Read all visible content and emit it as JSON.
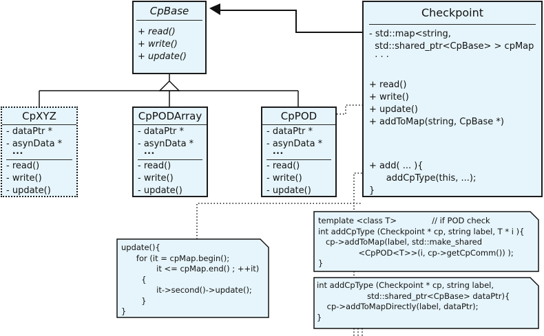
{
  "cpbase": {
    "title": "CpBase",
    "methods": [
      "+ read()",
      "+ write()",
      "+ update()"
    ]
  },
  "checkpoint": {
    "title": "Checkpoint",
    "attributes": [
      "- std::map<string,",
      "  std::shared_ptr<CpBase> > cpMap",
      "  · · ·"
    ],
    "methods": [
      "+ read()",
      "+ write()",
      "+ update()",
      "+ addToMap(string, CpBase *)"
    ],
    "add_lines": [
      "+ add( ... ){",
      "      addCpType(this, ...);",
      "}"
    ]
  },
  "cpxyz": {
    "title": "CpXYZ",
    "attributes": [
      "- dataPtr *",
      "- asynData *",
      "   •••"
    ],
    "methods": [
      "- read()",
      "- write()",
      "- update()"
    ]
  },
  "cppodarray": {
    "title": "CpPODArray",
    "attributes": [
      "- dataPtr *",
      "- asynData *",
      "   •••"
    ],
    "methods": [
      "- read()",
      "- write()",
      "- update()"
    ]
  },
  "cppod": {
    "title": "CpPOD",
    "attributes": [
      "- dataPtr *",
      "- asynData *",
      "   •••"
    ],
    "methods": [
      "- read()",
      "- write()",
      "- update()"
    ]
  },
  "note_update": [
    "update(){",
    "      for (it = cpMap.begin();",
    "              it <= cpMap.end() ; ++it)",
    "        {",
    "              it->second()->update();",
    "        }",
    "}"
  ],
  "note_template": [
    "template <class T>              // if POD check",
    "int addCpType (Checkpoint * cp, string label, T * i ){",
    "   cp->addToMap(label, std::make_shared",
    "                <CpPOD<T>>(i, cp->getCpComm()) );",
    "}"
  ],
  "note_shared": [
    "int addCpType (Checkpoint * cp, string label,",
    "                    std::shared_ptr<CpBase> dataPtr){",
    "    cp->addToMapDirectly(label, dataPtr);",
    "}"
  ],
  "colors": {
    "box_fill": "#e6f5fb",
    "stroke": "#1a1a1a"
  }
}
